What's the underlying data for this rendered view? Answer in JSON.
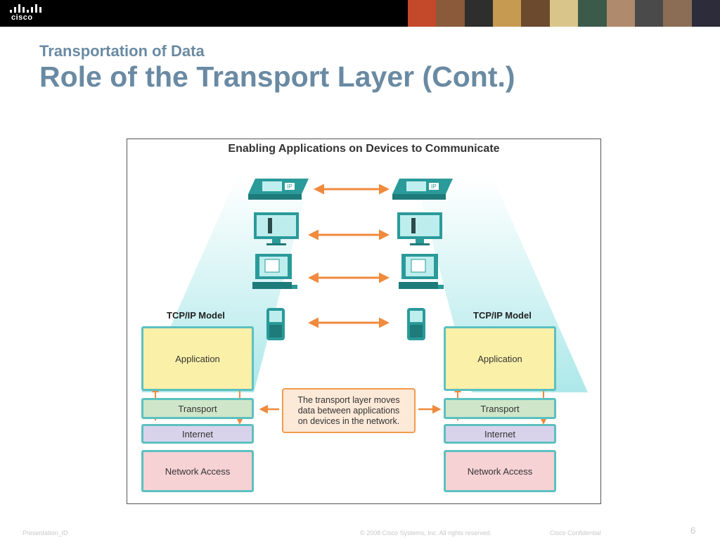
{
  "header": {
    "logo_text": "cisco"
  },
  "slide": {
    "subtitle": "Transportation of Data",
    "title": "Role of the Transport Layer (Cont.)"
  },
  "diagram": {
    "title": "Enabling Applications on Devices to Communicate",
    "devices": [
      "ip-phone-icon",
      "video-monitor-icon",
      "desktop-computer-icon",
      "mobile-phone-icon"
    ],
    "phone_badge": "IP",
    "left_model": {
      "label": "TCP/IP Model",
      "layers": [
        "Application",
        "Transport",
        "Internet",
        "Network Access"
      ]
    },
    "right_model": {
      "label": "TCP/IP Model",
      "layers": [
        "Application",
        "Transport",
        "Internet",
        "Network Access"
      ]
    },
    "callout_lines": [
      "The transport layer moves",
      "data between applications",
      "on devices in the network."
    ],
    "colors": {
      "arrow": "#f08a3c",
      "cone": "#b7ecee",
      "layer_border": "#5cc0c0",
      "device": "#2a9a9a"
    }
  },
  "footer": {
    "presentation_id": "Presentation_ID",
    "copyright": "© 2008 Cisco Systems, Inc. All rights reserved.",
    "confidential": "Cisco Confidential",
    "page_number": "6"
  }
}
